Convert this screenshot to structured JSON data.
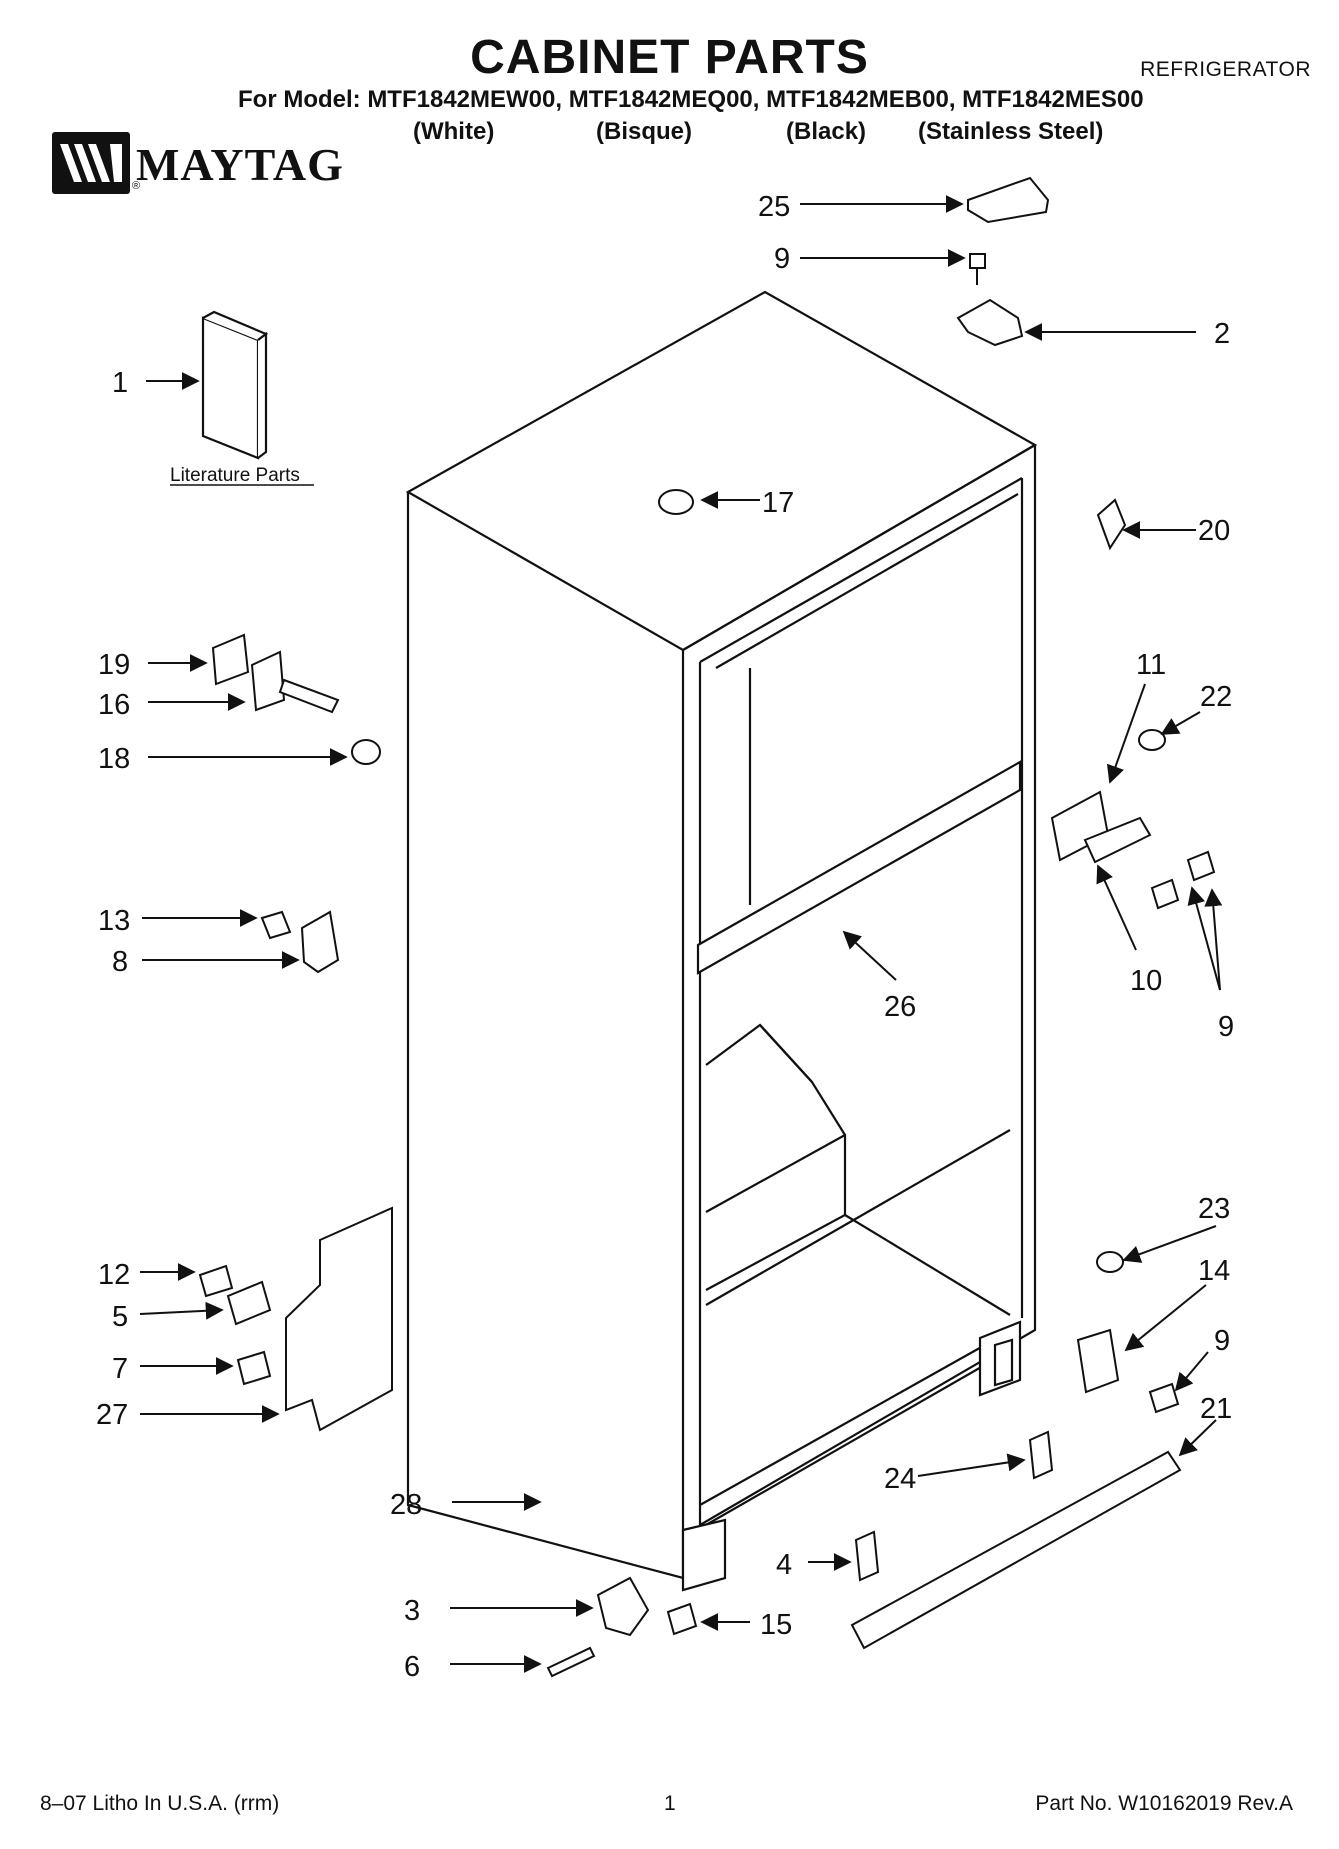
{
  "header": {
    "title": "CABINET PARTS",
    "doc_type": "REFRIGERATOR",
    "model_line": "For Model: MTF1842MEW00, MTF1842MEQ00, MTF1842MEB00, MTF1842MES00",
    "variants": [
      "(White)",
      "(Bisque)",
      "(Black)",
      "(Stainless Steel)"
    ]
  },
  "brand": {
    "name": "MAYTAG",
    "registered": "®"
  },
  "literature_label": "Literature Parts",
  "callouts": {
    "c1": "1",
    "c2": "2",
    "c3": "3",
    "c4": "4",
    "c5": "5",
    "c6": "6",
    "c7": "7",
    "c8": "8",
    "c9a": "9",
    "c9b": "9",
    "c9c": "9",
    "c10": "10",
    "c11": "11",
    "c12": "12",
    "c13": "13",
    "c14": "14",
    "c15": "15",
    "c16": "16",
    "c17": "17",
    "c18": "18",
    "c19": "19",
    "c20": "20",
    "c21": "21",
    "c22": "22",
    "c23": "23",
    "c24": "24",
    "c25": "25",
    "c26": "26",
    "c27": "27",
    "c28": "28"
  },
  "footer": {
    "left": "8–07 Litho In U.S.A. (rrm)",
    "page": "1",
    "part_no": "Part No. W10162019 Rev.A"
  }
}
